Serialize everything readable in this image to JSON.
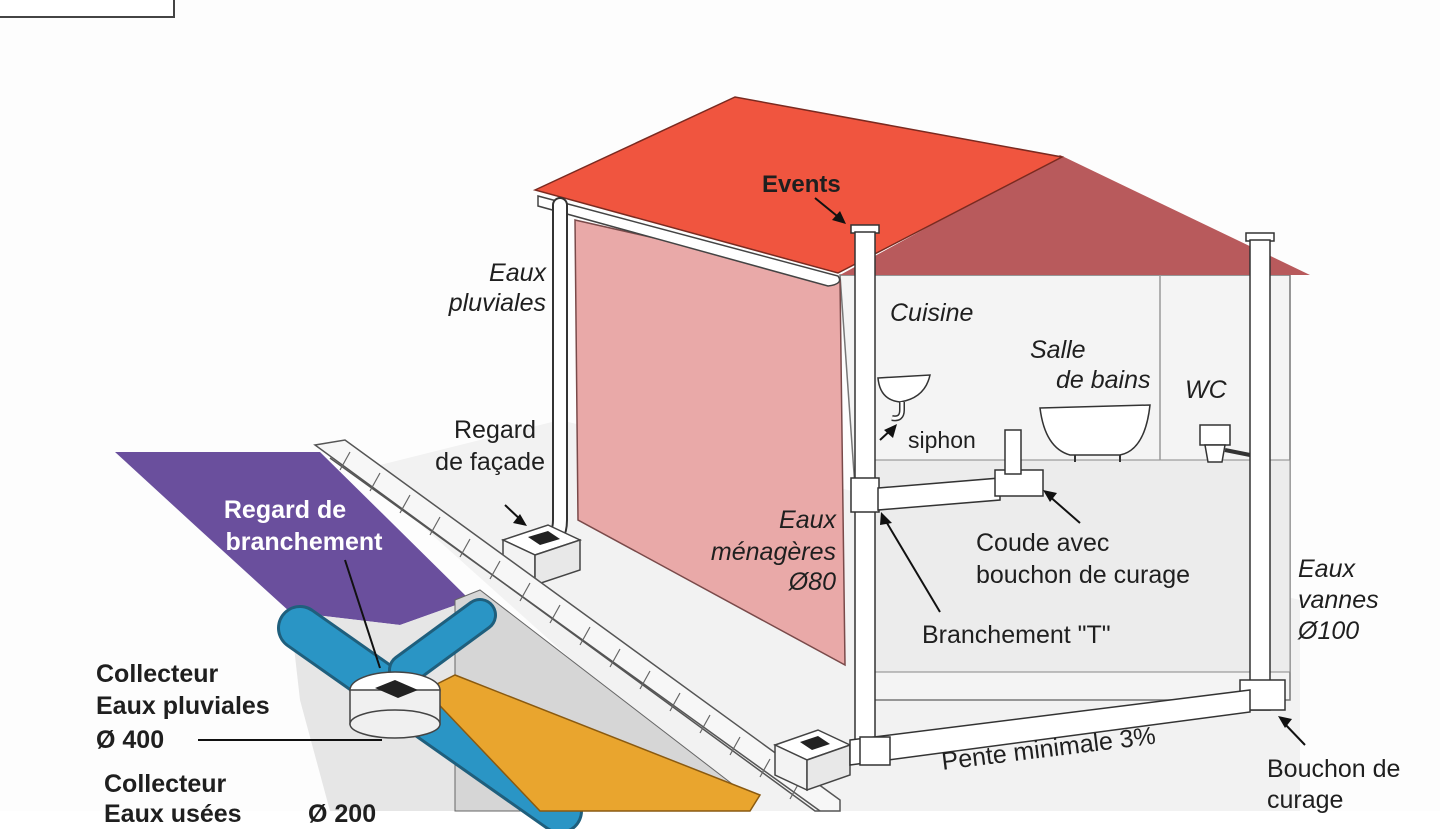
{
  "labels": {
    "events": "Events",
    "eaux_pluviales_line1": "Eaux",
    "eaux_pluviales_line2": "pluviales",
    "cuisine": "Cuisine",
    "salle_de_bains_line1": "Salle",
    "salle_de_bains_line2": "de bains",
    "wc": "WC",
    "siphon": "siphon",
    "regard_facade_line1": "Regard",
    "regard_facade_line2": "de façade",
    "regard_branchement_line1": "Regard de",
    "regard_branchement_line2": "branchement",
    "eaux_menageres_line1": "Eaux",
    "eaux_menageres_line2": "ménagères",
    "eaux_menageres_line3": "Ø80",
    "coude_line1": "Coude avec",
    "coude_line2": "bouchon de curage",
    "branchement_t": "Branchement \"T\"",
    "eaux_vannes_line1": "Eaux",
    "eaux_vannes_line2": "vannes",
    "eaux_vannes_line3": "Ø100",
    "collecteur_pluviales_line1": "Collecteur",
    "collecteur_pluviales_line2": "Eaux pluviales",
    "collecteur_pluviales_line3": "Ø 400",
    "collecteur_usees_line1": "Collecteur",
    "collecteur_usees_line2": "Eaux usées",
    "collecteur_usees_line3": "Ø 200",
    "pente": "Pente minimale 3%",
    "bouchon_line1": "Bouchon de",
    "bouchon_line2": "curage"
  },
  "colors": {
    "roof": "#f0553f",
    "roof_shade": "#b85a5c",
    "wall": "#e7a9a8",
    "street": "#6a4f9d",
    "pipe_blue": "#2a95c5",
    "pipe_orange": "#e9a52e",
    "interior_wall": "#ebebeb"
  }
}
